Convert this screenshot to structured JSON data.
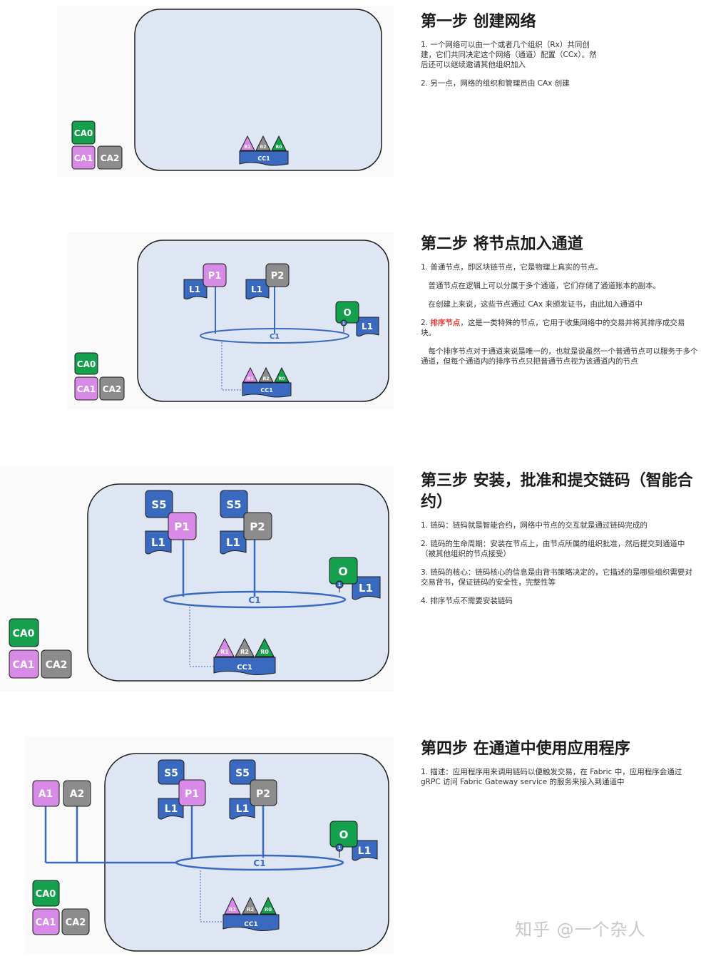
{
  "colors": {
    "channel_bg": "#dfe6f3",
    "blue_node": "#3a6abf",
    "purple_node": "#d78ae6",
    "gray_node": "#8c8c8c",
    "green_node": "#14a04c",
    "red_highlight": "#e0413a"
  },
  "labels": {
    "ca0": "CA0",
    "ca1": "CA1",
    "ca2": "CA2",
    "r1": "R1",
    "r2": "R2",
    "r0": "R0",
    "cc1": "CC1",
    "p1": "P1",
    "p2": "P2",
    "l1": "L1",
    "o": "O",
    "c1": "C1",
    "s5": "S5",
    "a1": "A1",
    "a2": "A2",
    "ordinal": "1"
  },
  "steps": [
    {
      "title": "第一步 创建网络",
      "paras": [
        "1. 一个网络可以由一个或者几个组织（Rx）共同创建，它们共同决定这个网络（通道）配置（CCx）。然后还可以继续邀请其他组织加入",
        "2. 另一点，网络的组织和管理员由 CAx 创建"
      ]
    },
    {
      "title": "第二步 将节点加入通道",
      "paras": [
        "1. 普通节点，即区块链节点，它是物理上真实的节点。",
        "　普通节点在逻辑上可以分属于多个通道，它们存储了通道账本的副本。",
        "　在创建上来说，这些节点通过 CAx 来颁发证书，由此加入通道中"
      ],
      "para4_prefix": "2. ",
      "para4_red": "排序节点",
      "para4_rest": "，这是一类特殊的节点，它用于收集网络中的交易并将其排序成交易块。",
      "para5": "　每个排序节点对于通道来说是唯一的，也就是说虽然一个普通节点可以服务于多个通道，但每个通道内的排序节点只把普通节点视为该通道内的节点"
    },
    {
      "title": "第三步 安装，批准和提交链码（智能合约）",
      "paras": [
        "1. 链码：链码就是智能合约，网络中节点的交互就是通过链码完成的",
        "2. 链码的生命周期：安装在节点上，由节点所属的组织批准，然后提交到通道中（被其他组织的节点接受）",
        "3. 链码的核心：链码核心的信息是由背书策略决定的，它描述的是哪些组织需要对交易背书，保证链码的安全性，完整性等",
        "4. 排序节点不需要安装链码"
      ]
    },
    {
      "title": "第四步 在通道中使用应用程序",
      "paras": [
        "1. 描述：应用程序用来调用链码以便触发交易，在 Fabric 中，应用程序会通过 gRPC 访问 Fabric Gateway service 的服务来接入到通道中"
      ]
    }
  ],
  "watermark": "知乎 @一个杂人"
}
